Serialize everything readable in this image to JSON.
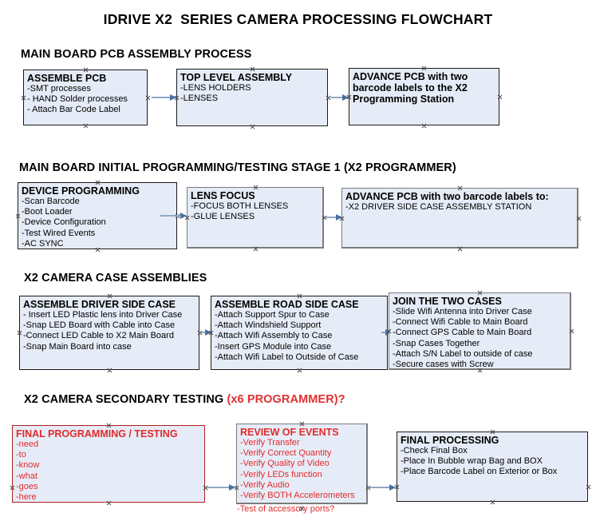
{
  "title": "IDRIVE X2  SERIES CAMERA PROCESSING FLOWCHART",
  "colors": {
    "node_fill": "#e6ecf7",
    "node_border": "#3f3f3f",
    "accent_red": "#e02b2b",
    "arrow": "#8fa8c4",
    "arrow_head": "#4a6fa5"
  },
  "sections": [
    {
      "heading": "MAIN BOARD PCB ASSEMBLY PROCESS",
      "heading_accent": "",
      "nodes": [
        {
          "title": "ASSEMBLE PCB",
          "lines": [
            "-SMT processes",
            "- HAND Solder processes",
            "- Attach Bar Code Label"
          ]
        },
        {
          "title": "TOP LEVEL ASSEMBLY",
          "lines": [
            "-LENS HOLDERS",
            "-LENSES"
          ]
        },
        {
          "title": "ADVANCE PCB with two barcode labels to the  X2 Programming Station",
          "lines": []
        }
      ]
    },
    {
      "heading": "MAIN BOARD INITIAL PROGRAMMING/TESTING STAGE 1 (X2 PROGRAMMER)",
      "heading_accent": "",
      "nodes": [
        {
          "title": "DEVICE PROGRAMMING",
          "lines": [
            "-Scan Barcode",
            "-Boot Loader",
            "-Device Configuration",
            "-Test Wired Events",
            "-AC SYNC"
          ]
        },
        {
          "title": "LENS FOCUS",
          "lines": [
            "-FOCUS BOTH LENSES",
            "-GLUE LENSES"
          ]
        },
        {
          "title": "ADVANCE PCB with two barcode labels to:",
          "lines": [
            "-X2 DRIVER  SIDE  CASE  ASSEMBLY STATION"
          ]
        }
      ]
    },
    {
      "heading": "X2 CAMERA CASE ASSEMBLIES",
      "heading_accent": "",
      "nodes": [
        {
          "title": "ASSEMBLE DRIVER SIDE CASE",
          "lines": [
            "- Insert LED Plastic lens into Driver Case",
            "-Snap LED Board with Cable into Case",
            "-Connect LED Cable to X2 Main Board",
            "-Snap Main Board into case"
          ]
        },
        {
          "title": "ASSEMBLE ROAD SIDE CASE",
          "lines": [
            "-Attach Support Spur to Case",
            "-Attach Windshield Support",
            "-Attach Wifi Assembly to Case",
            "-Insert GPS Module into Case",
            "-Attach Wifi Label to Outside of Case"
          ]
        },
        {
          "title": "JOIN THE TWO CASES",
          "lines": [
            "-Slide Wifi Antenna into Driver Case",
            "-Connect Wifi Cable to Main Board",
            "-Connect GPS Cable to Main Board",
            "-Snap Cases Together",
            "-Attach S/N Label to outside of case",
            "-Secure cases with Screw"
          ]
        }
      ]
    },
    {
      "heading": "X2 CAMERA SECONDARY TESTING ",
      "heading_accent": "(x6 PROGRAMMER)?",
      "nodes": [
        {
          "title": "FINAL PROGRAMMING / TESTING",
          "lines": [
            "-need",
            "-to",
            "-know",
            "-what",
            "-goes",
            "-here"
          ]
        },
        {
          "title": "REVIEW OF EVENTS",
          "lines": [
            "-Verify Transfer",
            "-Verify Correct Quantity",
            "-Verify Quality of Video",
            "-Verify LEDs function",
            "-Verify Audio",
            "-Verify BOTH Accelerometers"
          ],
          "overflow_line": "-Test of accessory ports?"
        },
        {
          "title": "FINAL PROCESSING",
          "lines": [
            " -Check Final Box",
            "-Place In Bubble wrap Bag and BOX",
            "-Place Barcode Label on Exterior or Box"
          ]
        }
      ]
    }
  ]
}
